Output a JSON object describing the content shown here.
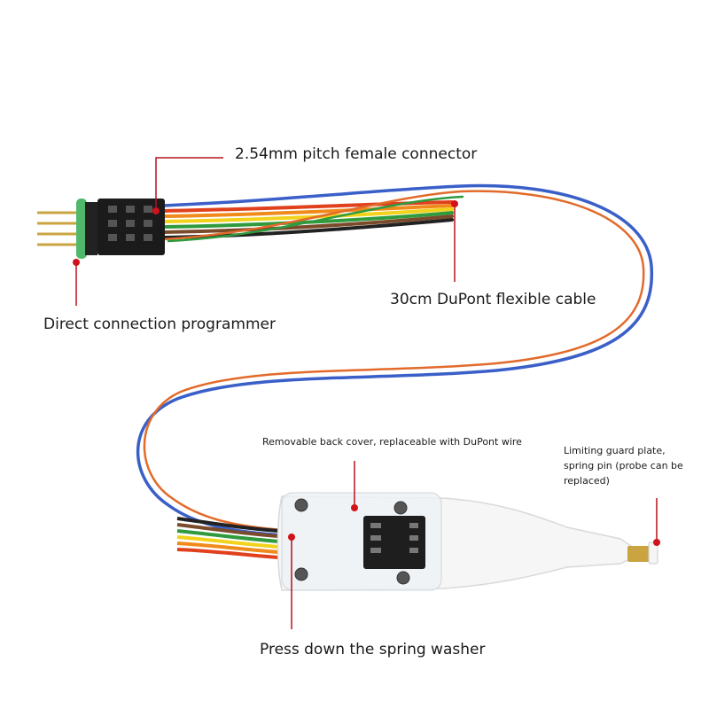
{
  "callouts": {
    "connector": "2.54mm pitch female connector",
    "programmer": "Direct connection programmer",
    "cable": "30cm DuPont flexible cable",
    "back_cover": "Removable back cover, replaceable with DuPont wire",
    "guard_line1": "Limiting guard plate,",
    "guard_line2": "spring pin (probe can be",
    "guard_line3": "replaced)",
    "washer": "Press down the spring washer"
  },
  "colors": {
    "callout_line": "#b5121b",
    "callout_dot": "#d0121b",
    "cable_outer": "#3a5fc8",
    "wire_colors": [
      "#e0401c",
      "#f08a1a",
      "#f2d21b",
      "#2f9a3e",
      "#3a5fc8",
      "#7a4a2a",
      "#222222"
    ],
    "header_body": "#1b1b1b",
    "pin": "#c9a441",
    "guard_ring": "#4fb86a",
    "probe_body": "#f6f6f6"
  }
}
